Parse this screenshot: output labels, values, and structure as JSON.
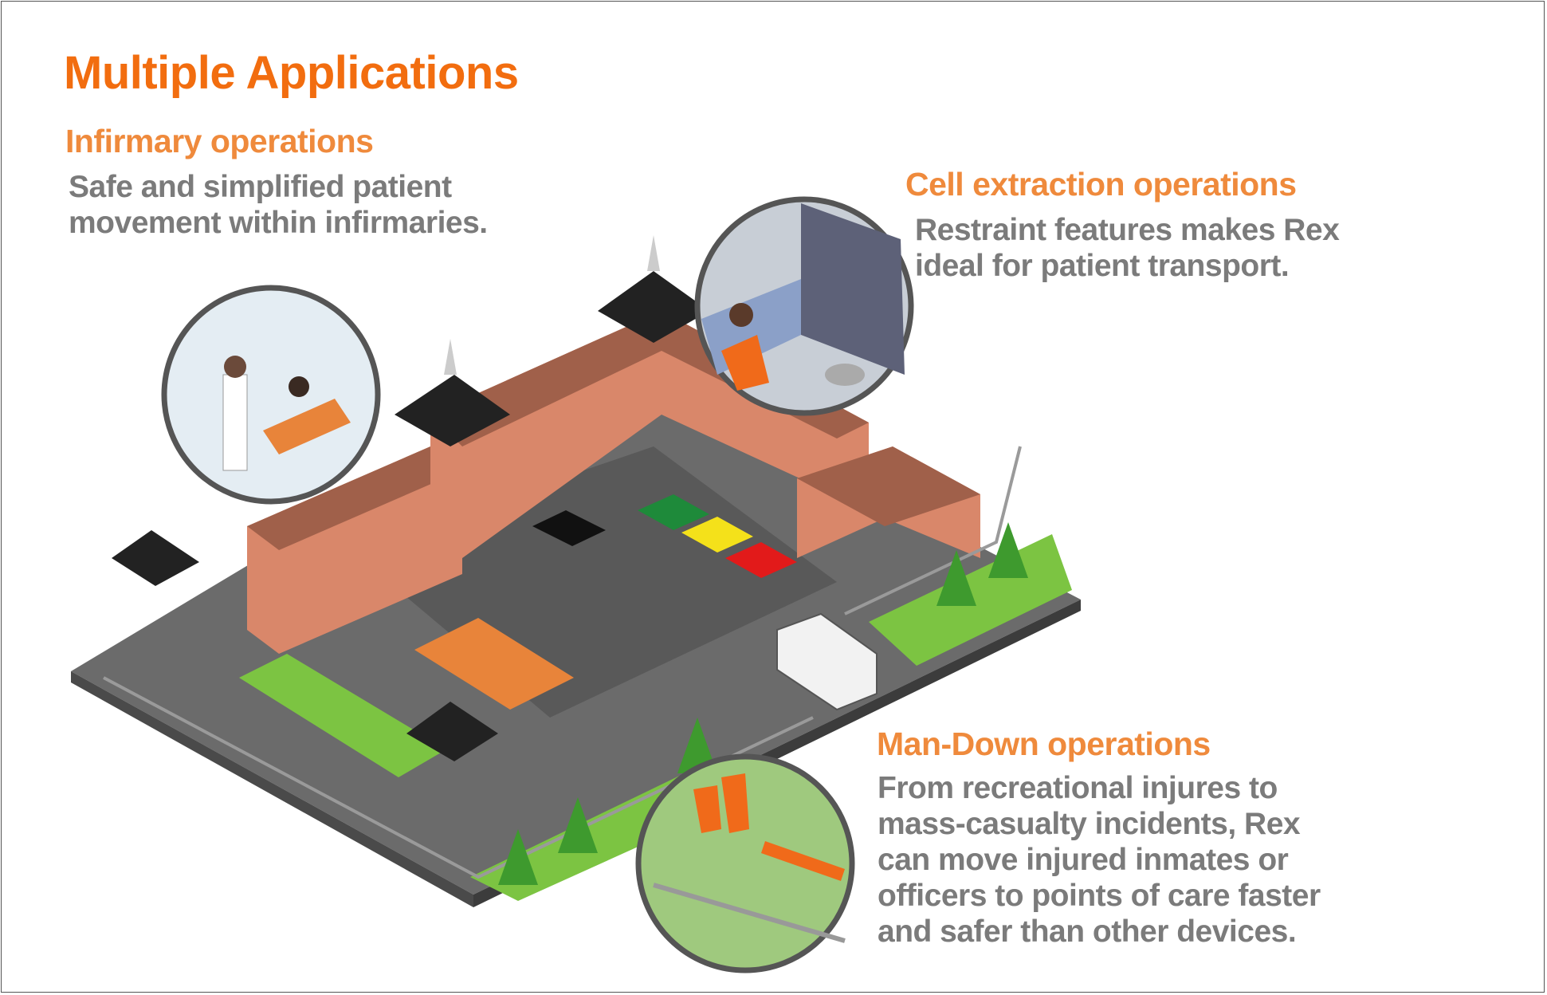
{
  "title": "Multiple Applications",
  "sections": [
    {
      "heading": "Infirmary operations",
      "lines": [
        "Safe and simplified patient",
        "movement within infirmaries."
      ]
    },
    {
      "heading": "Cell extraction operations",
      "lines": [
        "Restraint features makes Rex",
        "ideal for patient transport."
      ]
    },
    {
      "heading": "Man-Down operations",
      "lines": [
        "From recreational injures to",
        "mass-casualty incidents, Rex",
        "can move injured inmates or",
        "officers to points of care faster",
        "and safer than other devices."
      ]
    }
  ],
  "colors": {
    "title": "#f26d0f",
    "heading": "#ef8a3c",
    "body": "#7b7b7b"
  }
}
